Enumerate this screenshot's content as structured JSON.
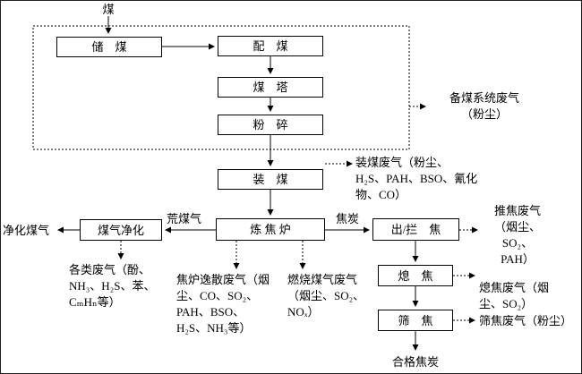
{
  "diagram": {
    "input_label": "煤",
    "nodes": {
      "store_coal": "储　煤",
      "blend_coal": "配　煤",
      "coal_tower": "煤　塔",
      "crush": "粉　碎",
      "charge_coal": "装　煤",
      "coking_oven": "炼 焦 炉",
      "gas_purification": "煤气净化",
      "coke_pushing": "出/拦　焦",
      "coke_quenching": "熄　焦",
      "coke_screening": "筛　焦"
    },
    "flow_labels": {
      "raw_coke_gas": "荒煤气",
      "coke": "焦炭"
    },
    "outputs": {
      "purified_gas": "净化煤气",
      "qualified_coke": "合格焦炭"
    },
    "emissions": {
      "coal_prep": "备煤系统废气\n（粉尘）",
      "coal_charging": "装煤废气（粉尘、\nH₂S、PAH、BSO、氰化\n物、CO）",
      "gas_purification": "各类废气（酚、\nNH₃、H₂S、苯、\nCₘHₙ等）",
      "oven_fugitive": "焦炉逸散废气（烟\n尘、CO、SO₂、\nPAH、BSO、\nH₂S、NH₃等）",
      "gas_combustion": "燃烧煤气废气\n（烟尘、SO₂、\nNOₓ）",
      "coke_pushing": "推焦废气\n（烟尘、\nSO₂、\nPAH）",
      "coke_quenching": "熄焦废气（烟\n尘、SO₂）",
      "coke_screening": "筛焦废气（粉尘）"
    }
  }
}
